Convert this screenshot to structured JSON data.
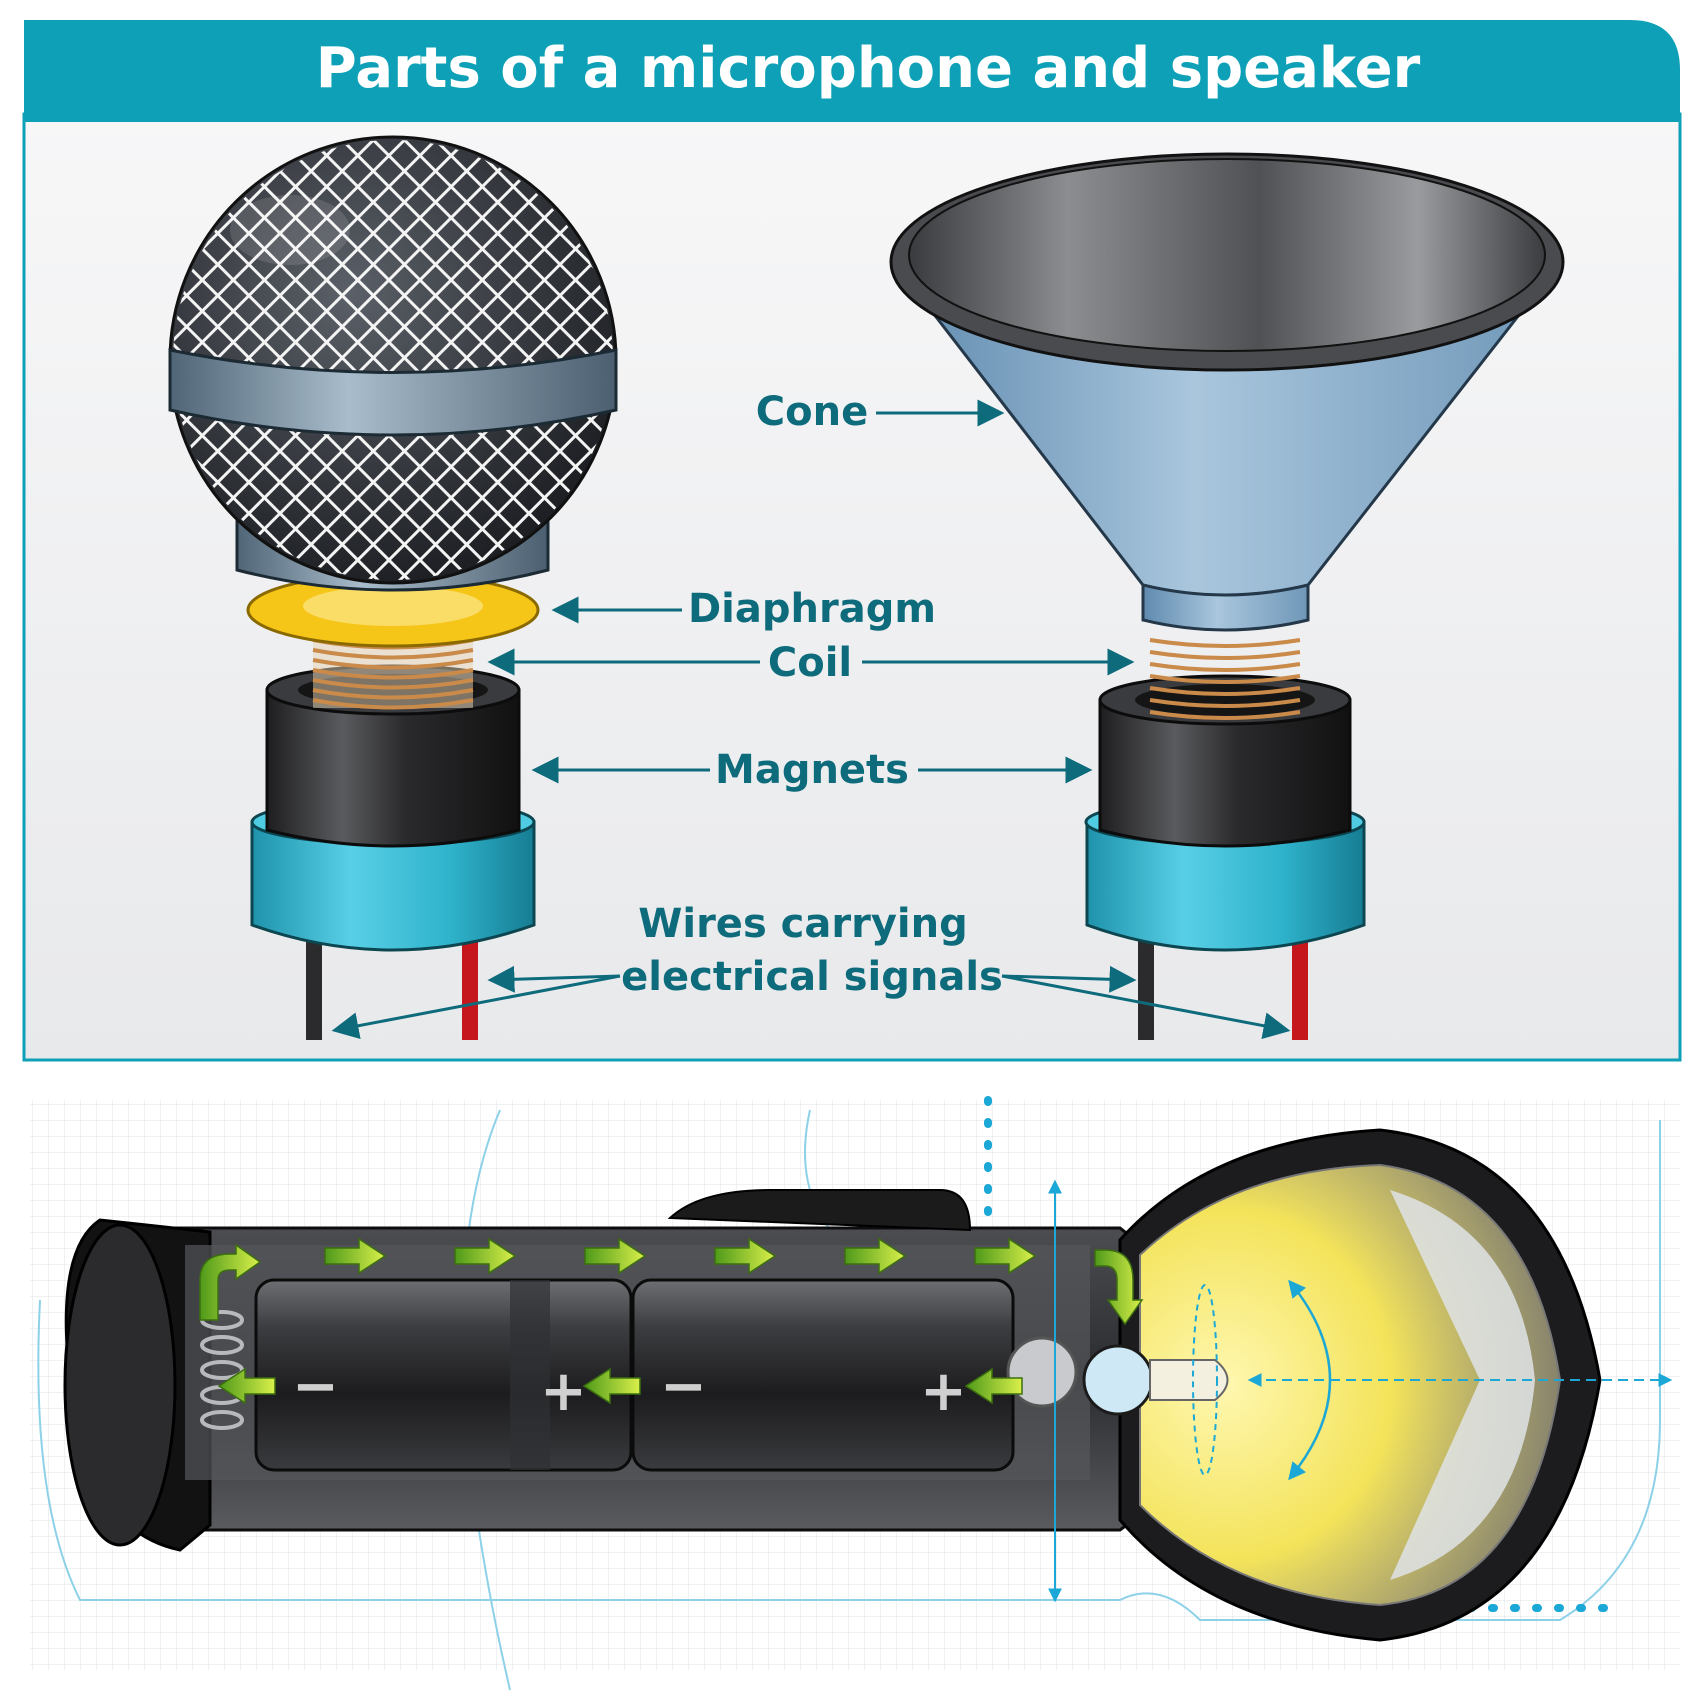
{
  "title": "Parts of a microphone and speaker",
  "labels": {
    "cone": "Cone",
    "diaphragm": "Diaphragm",
    "coil": "Coil",
    "magnets": "Magnets",
    "wires_line1": "Wires carrying",
    "wires_line2": "electrical signals"
  },
  "battery_signs": {
    "minus": "−",
    "plus": "+"
  },
  "colors": {
    "header_teal": "#0da0b6",
    "label_teal": "#0d6b7c",
    "panel_background": "#f1f2f4",
    "magnet_ring": "#3dbfd8",
    "diaphragm_yellow": "#f5c518",
    "coil_copper": "#c98a4a",
    "cone_blue": "#7ea6c6",
    "current_arrow_green": "#9fd33a",
    "wire_red": "#c4161c"
  },
  "icons": {
    "microphone": "microphone-illustration",
    "speaker": "speaker-illustration",
    "flashlight": "flashlight-cutaway-illustration"
  }
}
